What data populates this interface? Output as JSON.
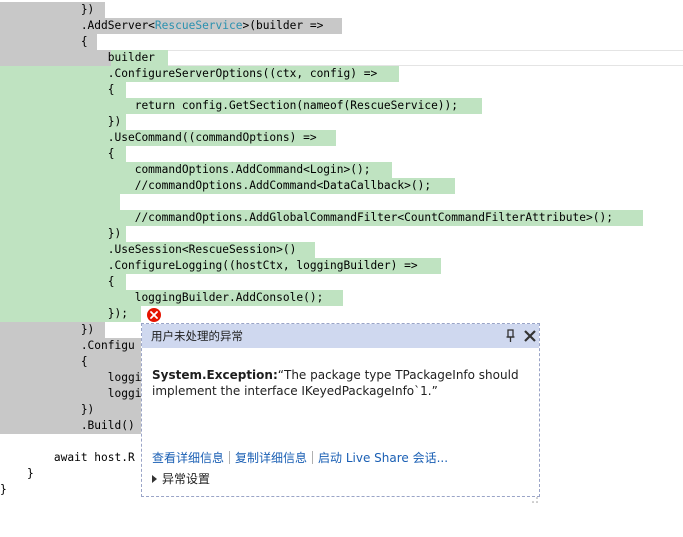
{
  "code_lines": [
    "            })",
    "            .AddServer<RescueService>(builder =>",
    "            {",
    "                builder",
    "                .ConfigureServerOptions((ctx, config) =>",
    "                {",
    "                    return config.GetSection(nameof(RescueService));",
    "                })",
    "                .UseCommand((commandOptions) =>",
    "                {",
    "                    commandOptions.AddCommand<Login>();",
    "                    //commandOptions.AddCommand<DataCallback>();",
    "",
    "                    //commandOptions.AddGlobalCommandFilter<CountCommandFilterAttribute>();",
    "                })",
    "                .UseSession<RescueSession>()",
    "                .ConfigureLogging((hostCtx, loggingBuilder) =>",
    "                {",
    "                    loggingBuilder.AddConsole();",
    "                });",
    "            })",
    "            .Configu",
    "            {",
    "                loggi",
    "                loggi",
    "            })",
    "            .Build()",
    "",
    "        await host.R",
    "    }",
    "}"
  ],
  "exception_popup": {
    "title": "用户未处理的异常",
    "exception_type": "System.Exception:",
    "message": "“The package type TPackageInfo should implement the interface IKeyedPackageInfo`1.”",
    "links": [
      "查看详细信息",
      "复制详细信息",
      "启动 Live Share 会话..."
    ],
    "settings_label": "异常设置"
  },
  "colors": {
    "error_red": "#e51400",
    "highlight_gray": "#c8c8c8",
    "highlight_green": "#bfe3c1",
    "type_teal": "#2b91af",
    "link_blue": "#1a5fb4",
    "popup_header": "#cfd8ef"
  }
}
